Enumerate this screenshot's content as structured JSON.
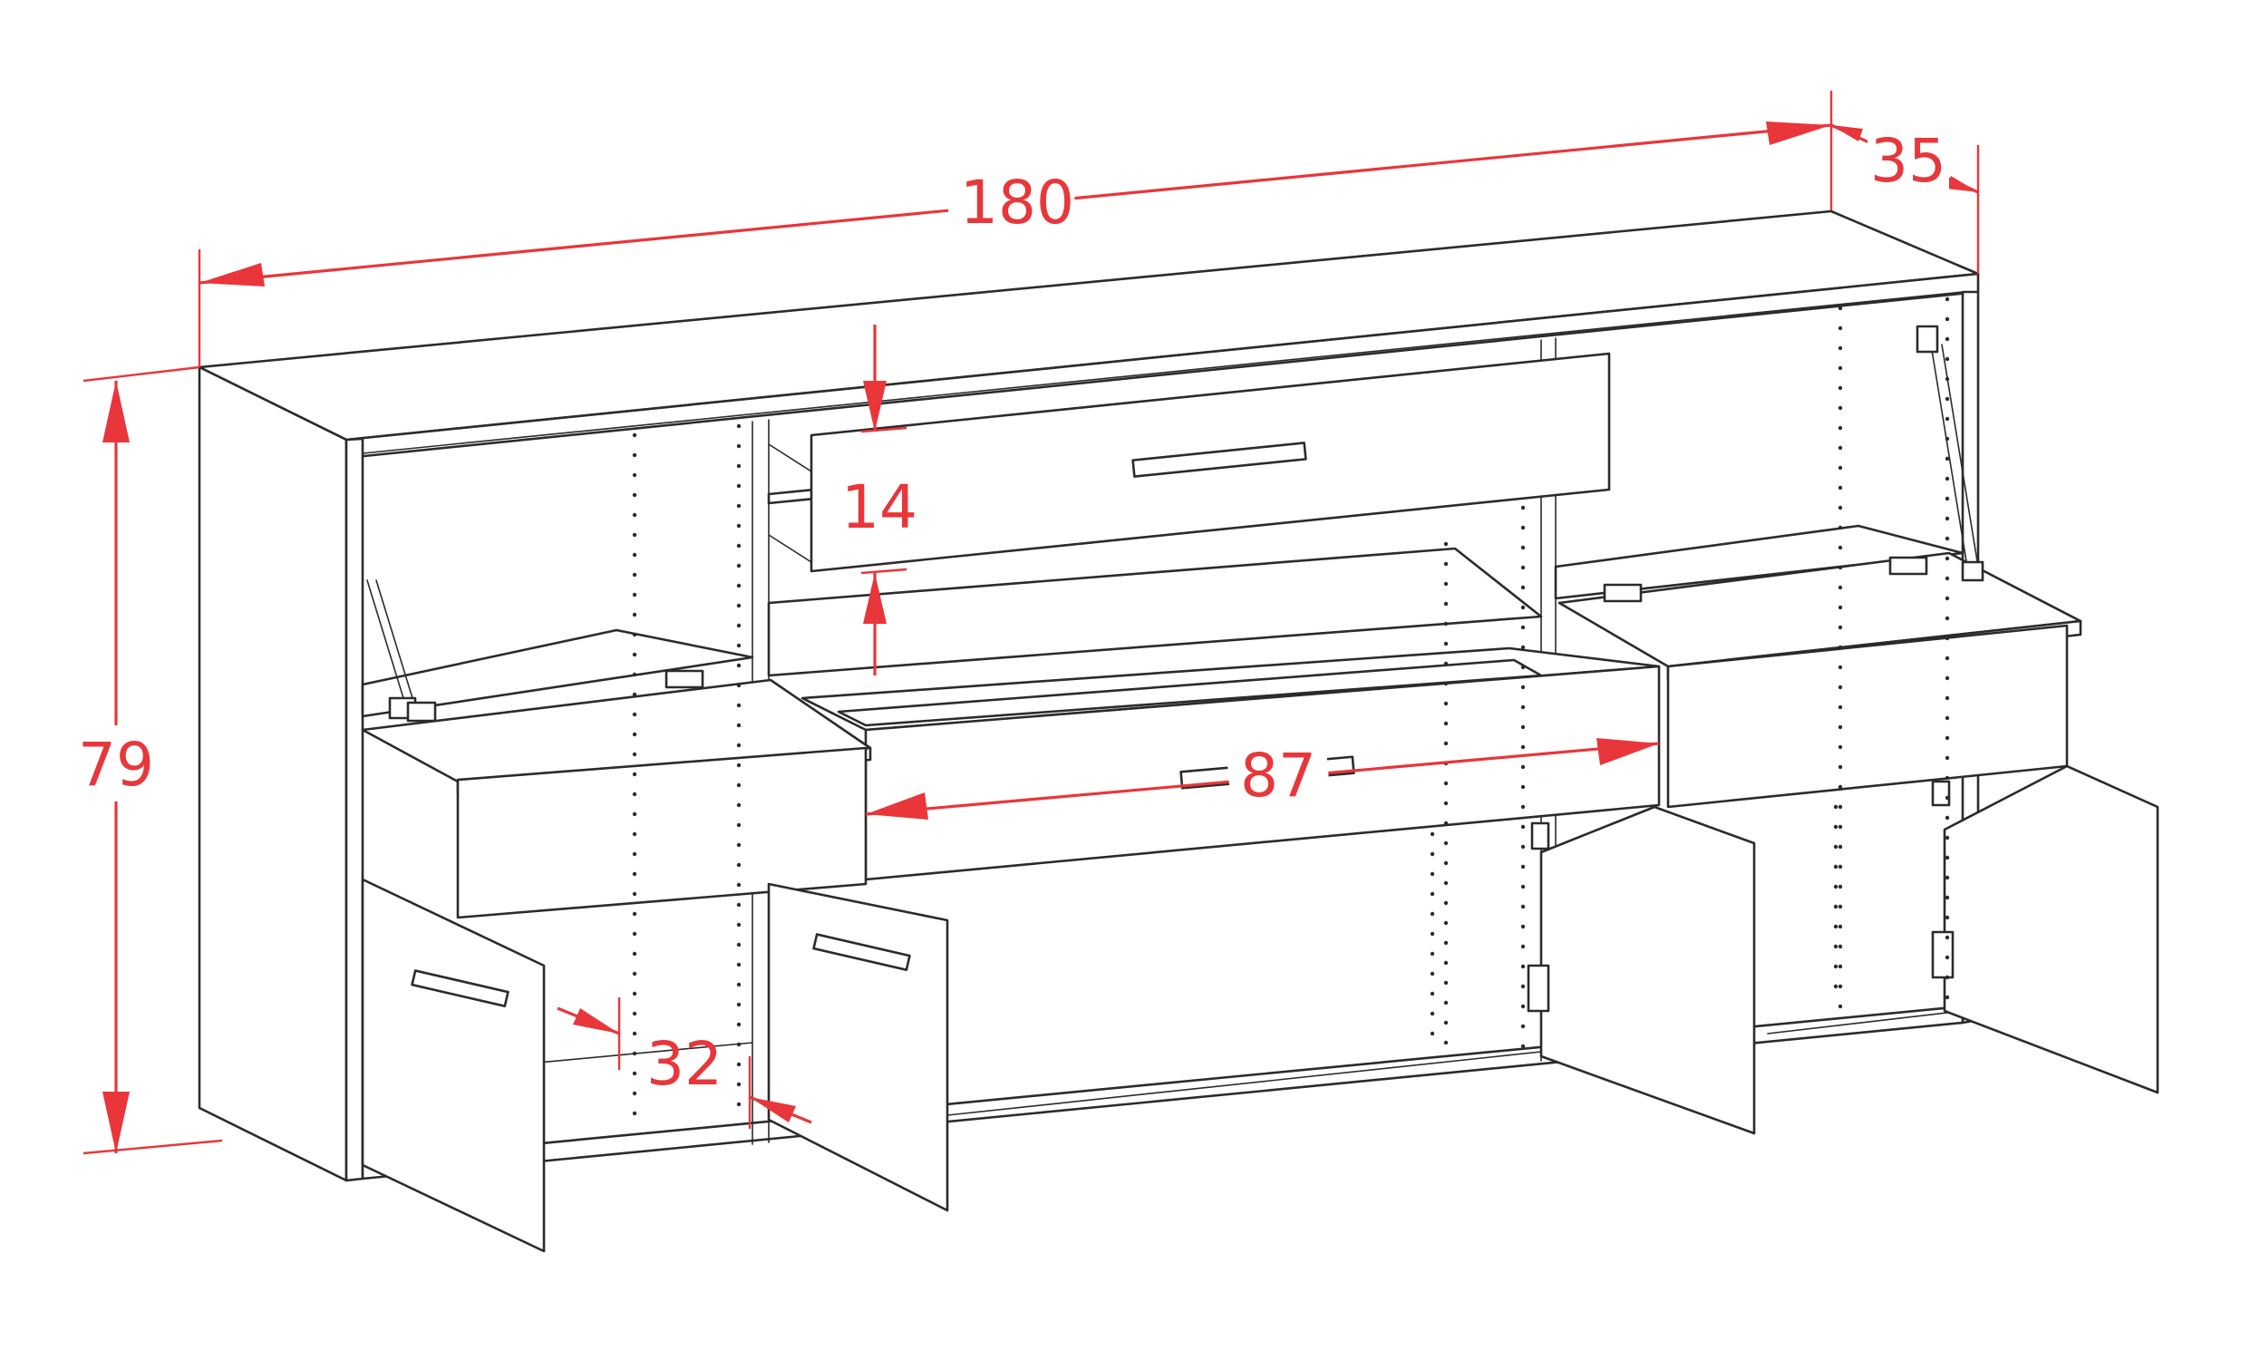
{
  "colors": {
    "dimension": "#e8363a",
    "line": "#2b2b2b",
    "background": "#ffffff"
  },
  "dimensions": {
    "width": "180",
    "depth": "35",
    "height": "79",
    "drawer_height": "14",
    "drawer_width": "87",
    "door_spacing": "32"
  }
}
